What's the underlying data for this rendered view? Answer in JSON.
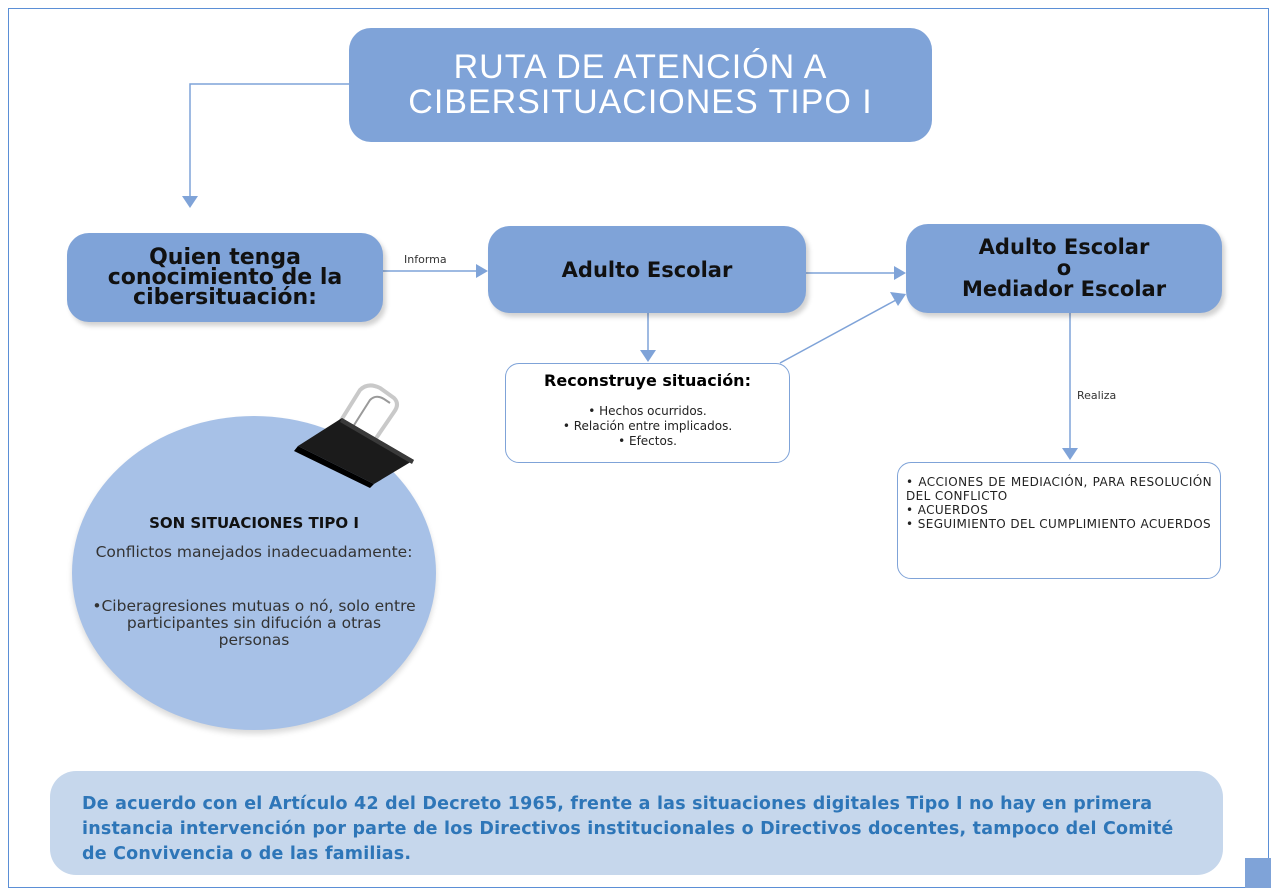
{
  "title": {
    "line1": "RUTA DE ATENCIÓN A",
    "line2": "CIBERSITUACIONES TIPO I"
  },
  "nodes": {
    "quien": {
      "line1": "Quien tenga",
      "line2": "conocimiento de la",
      "line3": "cibersituación:"
    },
    "adulto": {
      "label": "Adulto Escolar"
    },
    "mediador": {
      "line1": "Adulto Escolar",
      "line2": "o",
      "line3": "Mediador Escolar"
    }
  },
  "edge_labels": {
    "informa": "Informa",
    "realiza": "Realiza"
  },
  "reconstruye": {
    "heading": "Reconstruye situación:",
    "items": [
      "• Hechos ocurridos.",
      "• Relación entre implicados.",
      "• Efectos."
    ]
  },
  "acciones": {
    "items": [
      "• ACCIONES DE MEDIACIÓN, PARA RESOLUCIÓN DEL CONFLICTO",
      "• ACUERDOS",
      "• SEGUIMIENTO DEL CUMPLIMIENTO ACUERDOS"
    ]
  },
  "situaciones": {
    "heading": "SON SITUACIONES TIPO I",
    "text1": "Conflictos manejados inadecuadamente:",
    "text2": "•Ciberagresiones mutuas o nó, solo entre participantes sin difución a otras personas"
  },
  "footer": {
    "text": "De acuerdo con el Artículo 42 del Decreto 1965, frente a las situaciones digitales Tipo I no hay en primera instancia intervención por parte de los Directivos institucionales o Directivos docentes, tampoco del Comité de Convivencia o de las familias."
  },
  "colors": {
    "box": "#7fa3d8",
    "connector": "#7fa3d8",
    "circle": "#a7c1e7",
    "footer_bg": "#c6d7ec",
    "footer_text": "#2e76b8",
    "frame": "#5b8fd6"
  }
}
